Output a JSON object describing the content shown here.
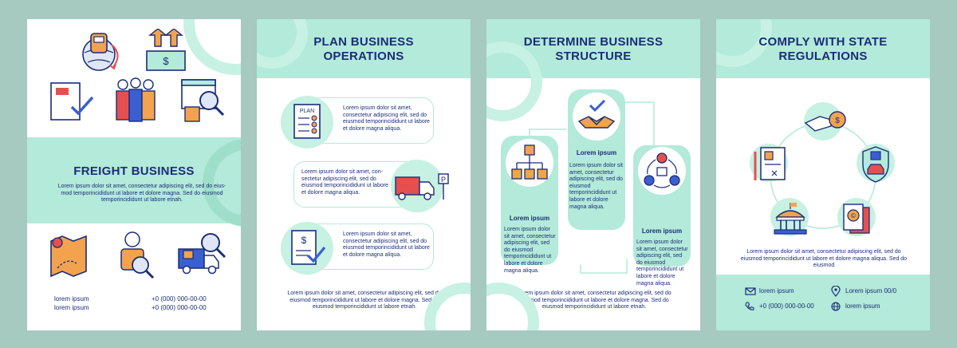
{
  "colors": {
    "background": "#a6c9c0",
    "mint": "#b3ead9",
    "navy": "#1b2d78",
    "accent_red": "#e5504f",
    "accent_orange": "#f3a34d"
  },
  "page1": {
    "title": "FREIGHT BUSINESS",
    "text": "Lorem ipsum dolor sit amet, consectetur adipiscing elit, sed do eius-mod temporincididunt ut labore et dolore magna. Sed do eiusmod temporincididunt ut labore etnah.",
    "contacts": [
      "lorem ipsum",
      "lorem ipsum"
    ],
    "phones": [
      "+0 (000) 000-00-00",
      "+0 (000) 000-00-00"
    ],
    "icons": [
      "train-globe-icon",
      "money-up-icon",
      "document-check-icon",
      "team-icon",
      "search-document-icon",
      "route-map-icon",
      "courier-search-icon",
      "delivery-truck-search-icon"
    ]
  },
  "page2": {
    "title_line1": "PLAN BUSINESS",
    "title_line2": "OPERATIONS",
    "plan_label": "PLAN",
    "card1": "Lorem ipsum dolor sit amet, consectetur adipiscing elit, sed do eiusmod temporincididunt ut labore et dolore magna aliqua.",
    "card2": "Lorem ipsum dolor sit amet, con-sectetur adipiscing elit, sed do eiusmod temporincididunt ut labore et dolore magna aliqua.",
    "card3": "Lorem ipsum dolor sit amet, consectetur adipiscing elit, sed do eiusmod temporincididunt ut labore et dolore magna aliqua.",
    "footer": "Lorem ipsum dolor sit amet, consectetur adipiscing elit, sed do eiusmod temporincididunt ut labore et dolore magna. Sed do eiusmod temporincididunt ut labore etnah."
  },
  "page3": {
    "title_line1": "DETERMINE BUSINESS",
    "title_line2": "STRUCTURE",
    "col_left_title": "Lorem ipsum",
    "col_left_text": "Lorem ipsum dolor sit amet, consectetur adipiscing elit, sed do eiusmod temporincididunt ut labore et dolore magna aliqua.",
    "col_mid_title": "Lorem ipsum",
    "col_mid_text": "Lorem ipsum dolor sit amet, consectetur adipiscing elit, sed do eiusmod temporincididunt ut labore et dolore magna aliqua.",
    "col_right_title": "Lorem ipsum",
    "col_right_text": "Lorem ipsum dolor sit amet, consectetur adipiscing elit, sed do eiusmod temporincididunt ut labore et dolore magna aliqua.",
    "footer": "Lorem ipsum dolor sit amet, consectetur adipiscing elit, sed do eiusmod temporincididunt ut labore et dolore magna. Sed do eiusmod temporincididunt ut labore etnah."
  },
  "page4": {
    "title_line1": "COMPLY WITH STATE",
    "title_line2": "REGULATIONS",
    "text": "Lorem ipsum dolor sit amet, consectetur adipiscing elit, sed do eiusmod temporincididunt ut labore et dolore magna aliqua. Sed do eiusmod",
    "contact_email": "lorem ipsum",
    "contact_address": "Lorem ipsum 00/0",
    "contact_phone": "+0 (000) 000-00-00",
    "contact_web": "lorem ipsum"
  }
}
